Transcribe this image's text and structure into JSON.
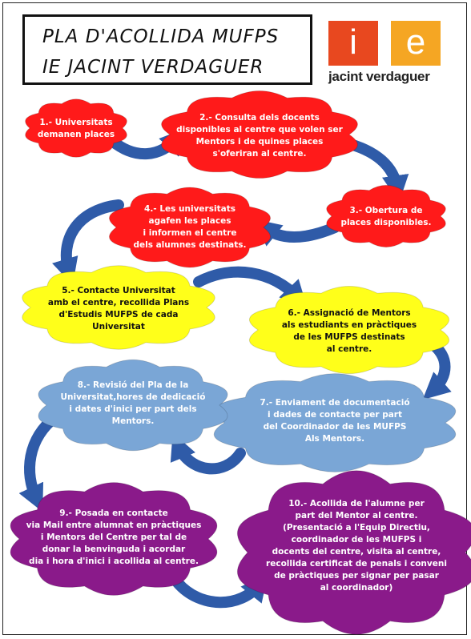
{
  "title": {
    "line1": "PLA D'ACOLLIDA MUFPS",
    "line2": "IE JACINT VERDAGUER"
  },
  "logo": {
    "letter1": "i",
    "letter2": "e",
    "text": "jacint verdaguer",
    "color1": "#e8481f",
    "color2": "#f5a623"
  },
  "colors": {
    "red": "#ff1a1a",
    "yellow": "#ffff1a",
    "blue": "#7aa6d6",
    "purple": "#8a1a8a",
    "arrow": "#2f5ba8"
  },
  "steps": [
    {
      "id": "1",
      "lines": [
        "1.- Universitats",
        "demanen places"
      ]
    },
    {
      "id": "2",
      "lines": [
        "2.- Consulta dels docents",
        "disponibles al centre que volen ser",
        "Mentors i de quines places",
        "s'oferiran al centre."
      ]
    },
    {
      "id": "3",
      "lines": [
        "3.- Obertura de",
        "places disponibles."
      ]
    },
    {
      "id": "4",
      "lines": [
        "4.- Les universitats",
        "agafen les places",
        "i informen el centre",
        "dels alumnes destinats."
      ]
    },
    {
      "id": "5",
      "lines": [
        "5.- Contacte Universitat",
        "amb el centre, recollida Plans",
        "d'Estudis MUFPS de cada",
        "Universitat"
      ]
    },
    {
      "id": "6",
      "lines": [
        "6.- Assignació de Mentors",
        "als estudiants en pràctiques",
        "de les MUFPS destinats",
        "al centre."
      ]
    },
    {
      "id": "7",
      "lines": [
        "7.- Enviament de documentació",
        "i dades de contacte per part",
        "del Coordinador de les MUFPS",
        "Als Mentors."
      ]
    },
    {
      "id": "8",
      "lines": [
        "8.- Revisió del Pla de la",
        "Universitat,hores de dedicació",
        "i dates d'inici per part dels",
        "Mentors."
      ]
    },
    {
      "id": "9",
      "lines": [
        "9.- Posada en contacte",
        "via Mail entre alumnat en pràctiques",
        "i Mentors del Centre per tal de",
        "donar la benvinguda i acordar",
        "dia i hora d'inici i acollida al centre."
      ]
    },
    {
      "id": "10",
      "lines": [
        "10.- Acollida de l'alumne per",
        "part del Mentor al centre.",
        "(Presentació a l'Equip Directiu,",
        "coordinador de les MUFPS i",
        "docents del centre, visita al centre,",
        "recollida certificat de penals i conveni",
        "de pràctiques per signar per pasar",
        "al coordinador)"
      ]
    }
  ]
}
